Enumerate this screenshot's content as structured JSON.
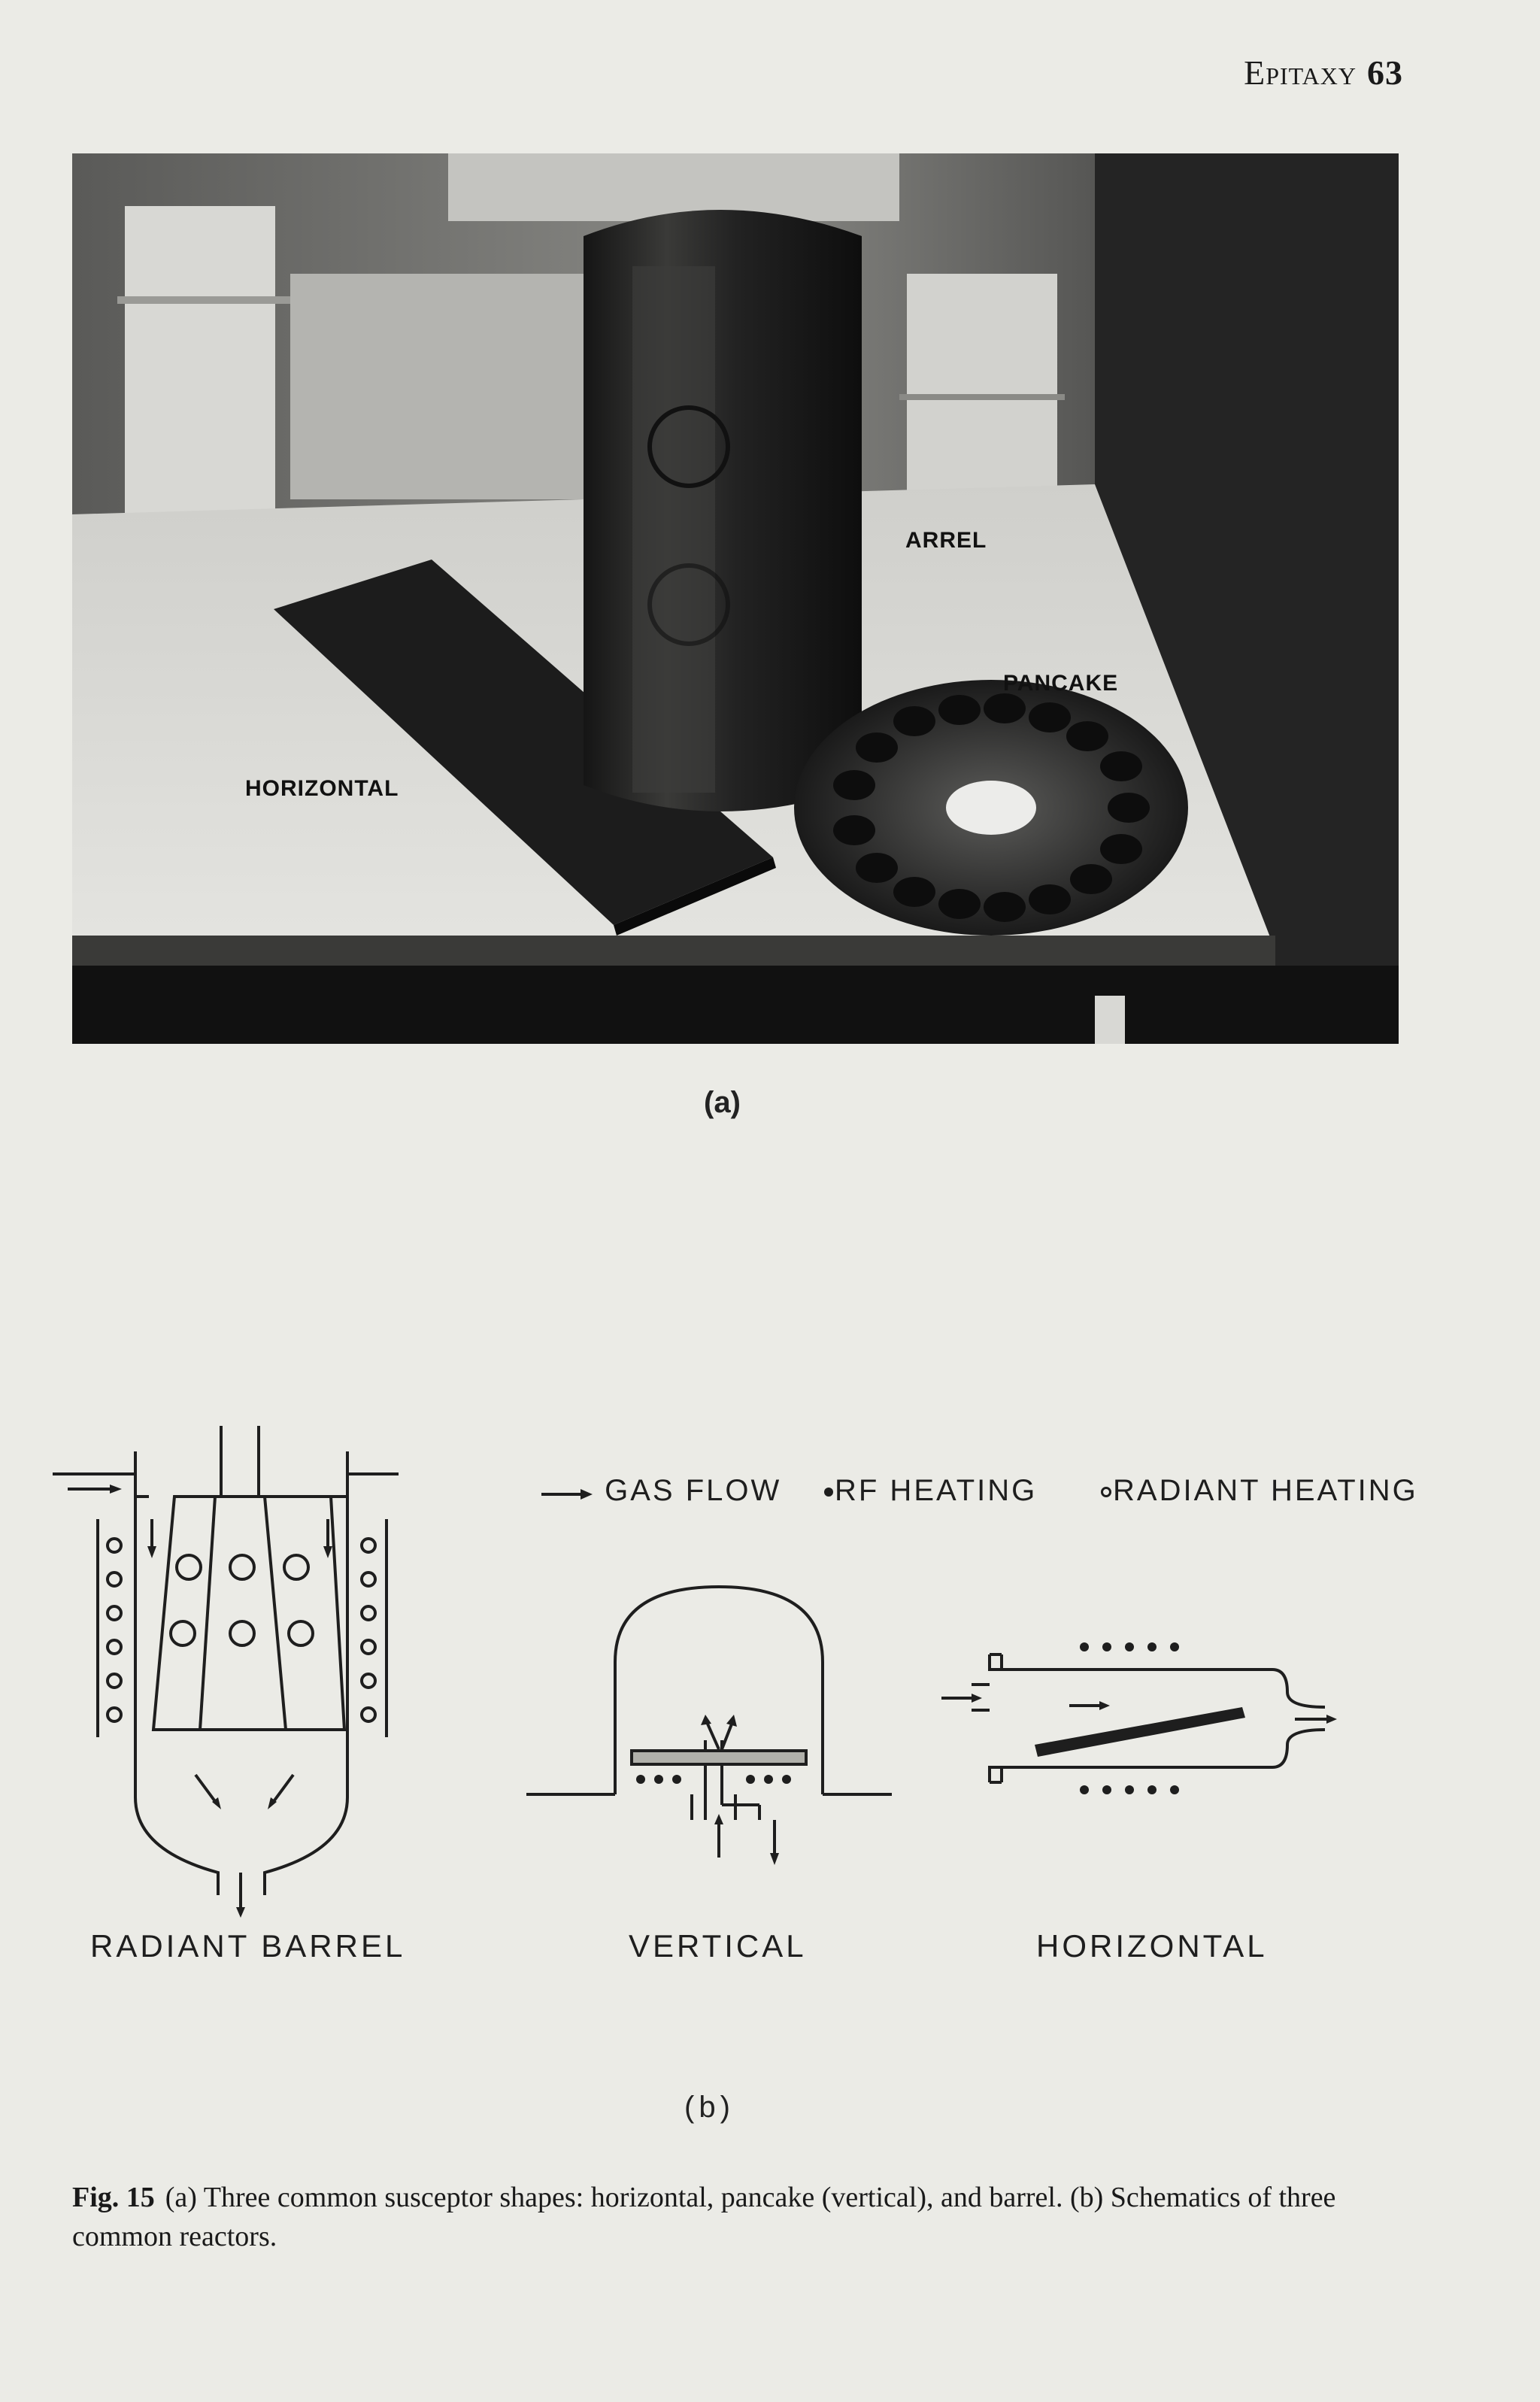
{
  "running_head": {
    "title": "Epitaxy",
    "page_number": "63"
  },
  "photo": {
    "labels": {
      "barrel": "ARREL",
      "pancake": "PANCAKE",
      "horizontal": "HORIZONTAL"
    },
    "subfigure_label": "(a)"
  },
  "schematics": {
    "legend": {
      "gas_flow": "GAS FLOW",
      "rf_heating": "RF HEATING",
      "radiant_heating": "RADIANT HEATING"
    },
    "reactors": {
      "radiant_barrel": "RADIANT BARREL",
      "vertical": "VERTICAL",
      "horizontal": "HORIZONTAL"
    },
    "subfigure_label": "(b)"
  },
  "caption": {
    "figure_label": "Fig. 15",
    "text": "(a) Three common susceptor shapes: horizontal, pancake (vertical), and barrel. (b) Schematics of three common reactors."
  }
}
